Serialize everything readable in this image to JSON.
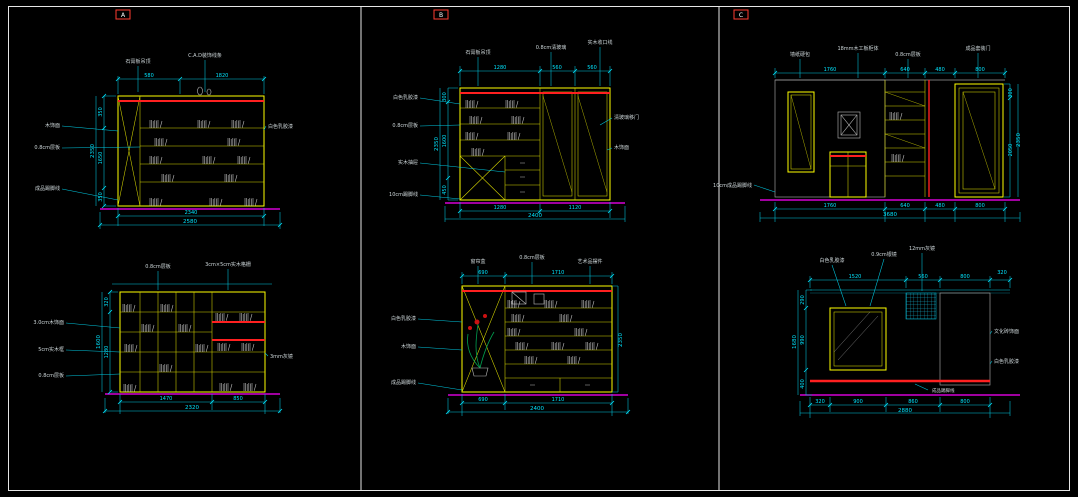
{
  "app": {
    "background": "#000000"
  },
  "tags": {
    "a": "A",
    "b": "B",
    "c": "C"
  },
  "panels": {
    "tl": {
      "top_labels": [
        "石膏板吊顶",
        "C.A.D装饰线条"
      ],
      "dims_top": [
        "580",
        "1820"
      ],
      "left_labels": [
        "木饰面",
        "0.8cm层板",
        "成品踢脚线"
      ],
      "dims_left": [
        "350",
        "1650",
        "350"
      ],
      "dim_left_total": "2350",
      "right_labels": [
        "白色乳胶漆"
      ],
      "dim_bottom": "2340",
      "dim_bottom_total": "2580"
    },
    "tm": {
      "top_labels": [
        "石膏板吊顶",
        "0.8cm清玻璃",
        "实木收口线"
      ],
      "dims_top": [
        "1280",
        "560",
        "560"
      ],
      "left_labels": [
        "白色乳胶漆",
        "0.8cm层板",
        "实木抽屉",
        "10cm踢脚线"
      ],
      "dims_left": [
        "300",
        "1600",
        "450"
      ],
      "dim_left_total": "2350",
      "right_labels": [
        "清玻璃移门",
        "木饰面"
      ],
      "dims_bottom": [
        "1280",
        "1120"
      ],
      "dim_bottom_total": "2400"
    },
    "tr": {
      "top_labels": [
        "墙纸硬包",
        "18mm木工板柜体",
        "0.8cm层板",
        "成品套装门"
      ],
      "dims_top": [
        "1760",
        "640",
        "480",
        "800"
      ],
      "left_labels": [
        "10cm成品踢脚线"
      ],
      "dims_bottom": [
        "1760",
        "640",
        "480",
        "800"
      ],
      "dim_bottom_total": "3680",
      "dims_right": [
        "300",
        "2050"
      ],
      "dim_right_total": "2350"
    },
    "bl": {
      "top_labels": [
        "0.8cm层板",
        "3cm×5cm实木格栅"
      ],
      "left_labels": [
        "3.0cm木饰面",
        "5cm实木框",
        "0.8cm层板"
      ],
      "right_labels": [
        "3mm灰镜"
      ],
      "dims_left": [
        "320",
        "1280"
      ],
      "dim_left_total": "1600",
      "dims_bottom": [
        "1470",
        "850"
      ],
      "dim_bottom_total": "2320"
    },
    "bm": {
      "top_labels": [
        "窗帘盒",
        "0.8cm层板",
        "艺术品摆件"
      ],
      "dims_top": [
        "690",
        "1710"
      ],
      "left_labels": [
        "白色乳胶漆",
        "木饰面",
        "成品踢脚线"
      ],
      "dim_right_total": "2350",
      "dims_bottom": [
        "690",
        "1710"
      ],
      "dim_bottom_total": "2400"
    },
    "br": {
      "top_labels": [
        "白色乳胶漆",
        "0.9cm银镜",
        "12mm灰镜"
      ],
      "dims_top": [
        "1520",
        "560",
        "800",
        "320"
      ],
      "right_labels": [
        "文化砖饰面",
        "白色乳胶漆"
      ],
      "bottom_labels": [
        "成品踢脚线"
      ],
      "dims_left": [
        "290",
        "990",
        "400"
      ],
      "dim_left_total": "1680",
      "dims_bottom": [
        "320",
        "900",
        "860",
        "800"
      ],
      "dim_bottom_total": "2880"
    }
  }
}
